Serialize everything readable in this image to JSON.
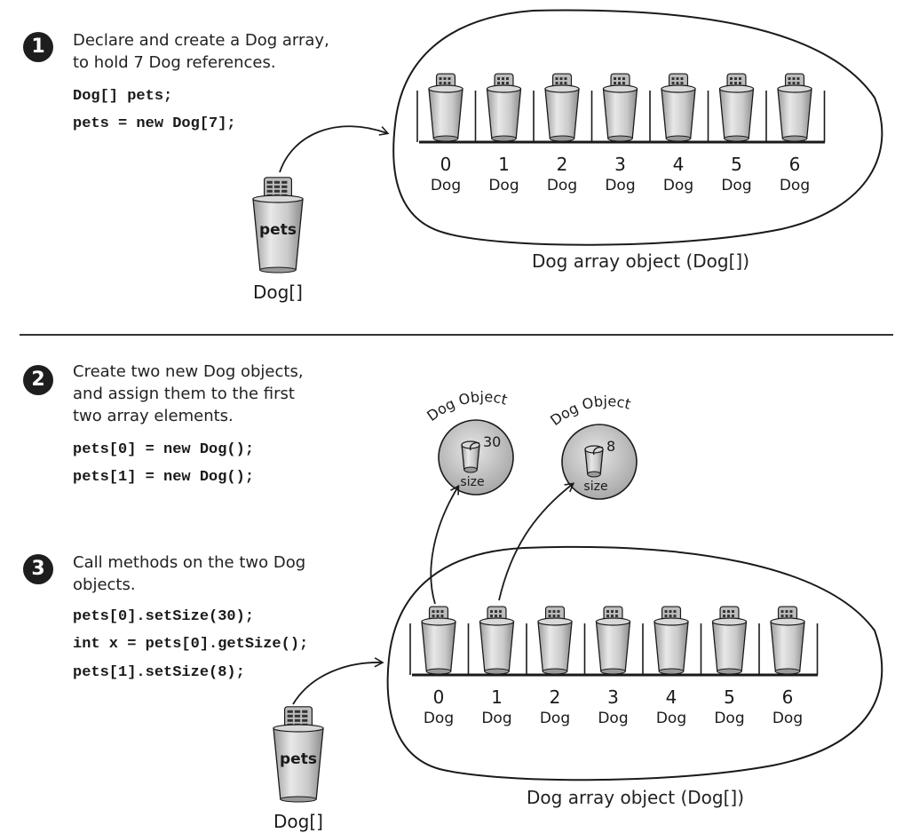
{
  "step1": {
    "number": "1",
    "description": [
      "Declare and create a Dog array,",
      "to hold 7 Dog references."
    ],
    "code": [
      "Dog[] pets;",
      "pets = new Dog[7];"
    ],
    "variable_label": "pets",
    "variable_type": "Dog[]",
    "array_caption": "Dog array object (Dog[])"
  },
  "step2": {
    "number": "2",
    "description": [
      "Create two new Dog objects,",
      "and assign them to the first",
      "two array elements."
    ],
    "code": [
      "pets[0] = new Dog();",
      "pets[1] = new Dog();"
    ]
  },
  "step3": {
    "number": "3",
    "description": [
      "Call  methods on the two Dog",
      "objects."
    ],
    "code": [
      "pets[0].setSize(30);",
      "int x = pets[0].getSize();",
      "pets[1].setSize(8);"
    ],
    "variable_label": "pets",
    "variable_type": "Dog[]",
    "array_caption": "Dog array object (Dog[])"
  },
  "array": {
    "indexes": [
      "0",
      "1",
      "2",
      "3",
      "4",
      "5",
      "6"
    ],
    "element_type": "Dog"
  },
  "dog_objects": [
    {
      "title": "Dog Object",
      "value": "30",
      "field": "size"
    },
    {
      "title": "Dog Object",
      "value": "8",
      "field": "size"
    }
  ]
}
